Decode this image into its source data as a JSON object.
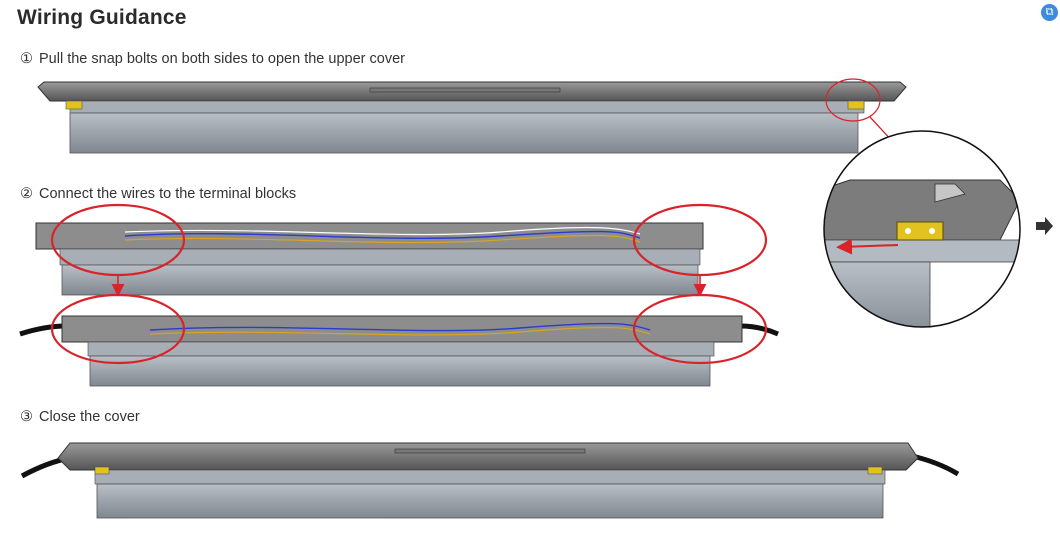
{
  "title": "Wiring Guidance",
  "steps": [
    {
      "number": "①",
      "text": "Pull the snap bolts on both sides to open the upper cover"
    },
    {
      "number": "②",
      "text": "Connect the wires to the terminal blocks"
    },
    {
      "number": "③",
      "text": "Close the cover"
    }
  ],
  "badge_icon": "translate-icon",
  "colors": {
    "highlight": "#d9232a",
    "housing": "#8e96a0",
    "cover": "#5c5c5c",
    "bolt": "#e2c21e",
    "badge": "#3d8bdf"
  }
}
